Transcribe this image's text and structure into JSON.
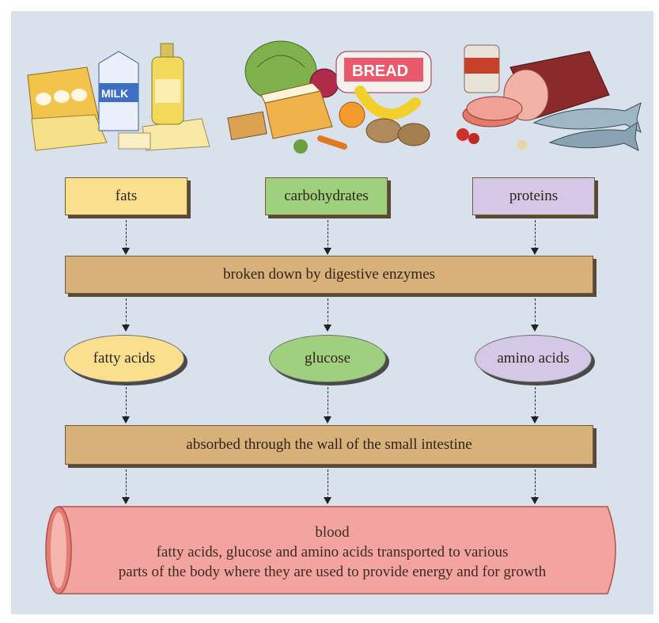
{
  "colors": {
    "background": "#d9e1ec",
    "fats": "#fadf8f",
    "carbohydrates": "#9fd07d",
    "proteins": "#d5c7e6",
    "process_bar": "#d8b07a",
    "blood": "#f4a4a0"
  },
  "illustrations": {
    "fats": "fats-food-illustration",
    "carbohydrates": "carbohydrates-food-illustration",
    "proteins": "proteins-food-illustration",
    "bread_label": "BREAD",
    "milk_label": "MILK"
  },
  "nutrients": {
    "fats": "fats",
    "carbohydrates": "carbohydrates",
    "proteins": "proteins"
  },
  "step1": "broken down by digestive enzymes",
  "products": {
    "fatty_acids": "fatty acids",
    "glucose": "glucose",
    "amino_acids": "amino acids"
  },
  "step2": "absorbed through the wall of the small intestine",
  "blood": {
    "title": "blood",
    "line1": "fatty acids, glucose and amino acids transported to various",
    "line2": "parts of the body where they are used to provide energy and for growth"
  }
}
